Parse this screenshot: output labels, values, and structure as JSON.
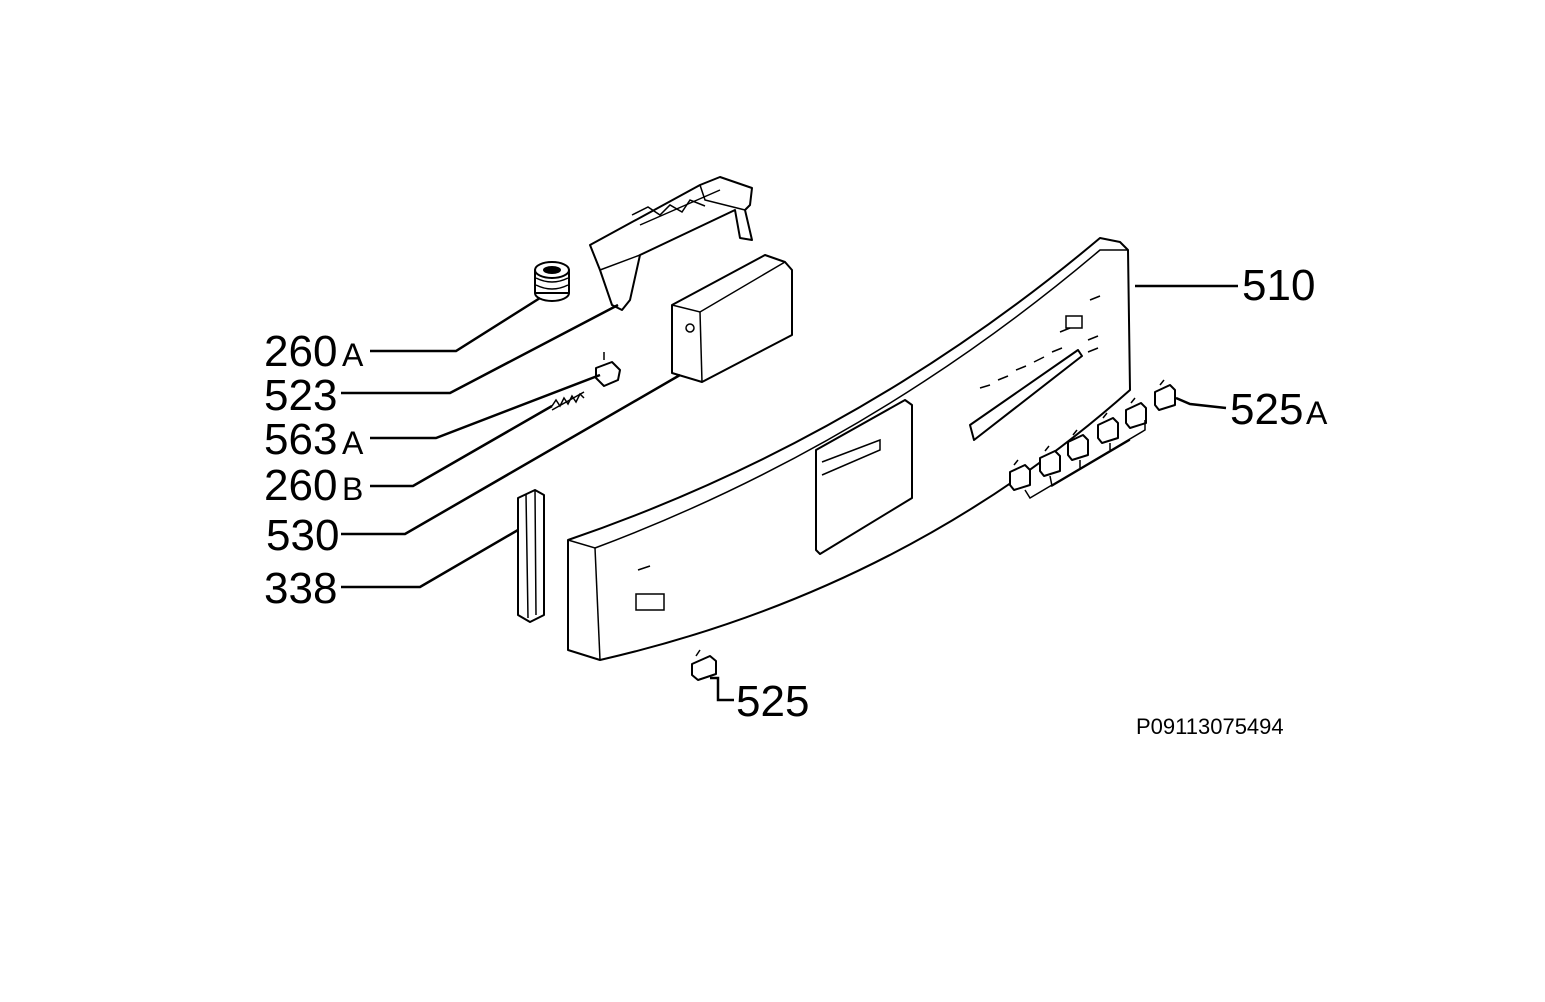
{
  "labels": {
    "l510": "510",
    "l260a_num": "260",
    "l260a_suf": "A",
    "l523": "523",
    "l563a_num": "563",
    "l563a_suf": "A",
    "l260b_num": "260",
    "l260b_suf": "B",
    "l530": "530",
    "l338": "338",
    "l525a_num": "525",
    "l525a_suf": "A",
    "l525": "525"
  },
  "drawing_code": "P09113075494"
}
